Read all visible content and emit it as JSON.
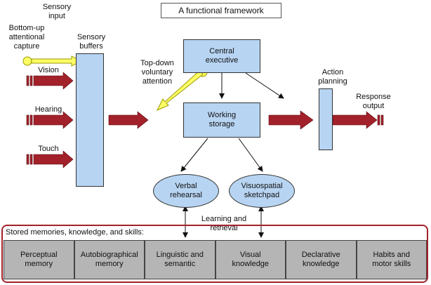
{
  "title": "A functional framework",
  "colors": {
    "box_fill": "#b7d4f2",
    "arrow_red": "#a3212a",
    "arrow_yellow": "#ffff66",
    "arrow_yellow_stroke": "#9a9a00",
    "memory_fill": "#b5b5b5",
    "frame_red": "#a3212a"
  },
  "labels": {
    "sensory_input": "Sensory\ninput",
    "bottom_up": "Bottom-up\nattentional\ncapture",
    "sensory_buffers": "Sensory\nbuffers",
    "vision": "Vision",
    "hearing": "Hearing",
    "touch": "Touch",
    "top_down": "Top-down\nvoluntary\nattention",
    "central_executive": "Central\nexecutive",
    "working_storage": "Working\nstorage",
    "action_planning": "Action\nplanning",
    "response_output": "Response\noutput",
    "verbal_rehearsal": "Verbal\nrehearsal",
    "visuospatial_sketchpad": "Visuospatial\nsketchpad",
    "learning_retrieval": "Learning and\nretrieval"
  },
  "memory": {
    "title": "Stored memories, knowledge, and skills:",
    "cells": [
      "Perceptual\nmemory",
      "Autobiographical\nmemory",
      "Linguistic and\nsemantic",
      "Visual\nknowledge",
      "Declarative\nknowledge",
      "Habits and\nmotor skills"
    ]
  }
}
